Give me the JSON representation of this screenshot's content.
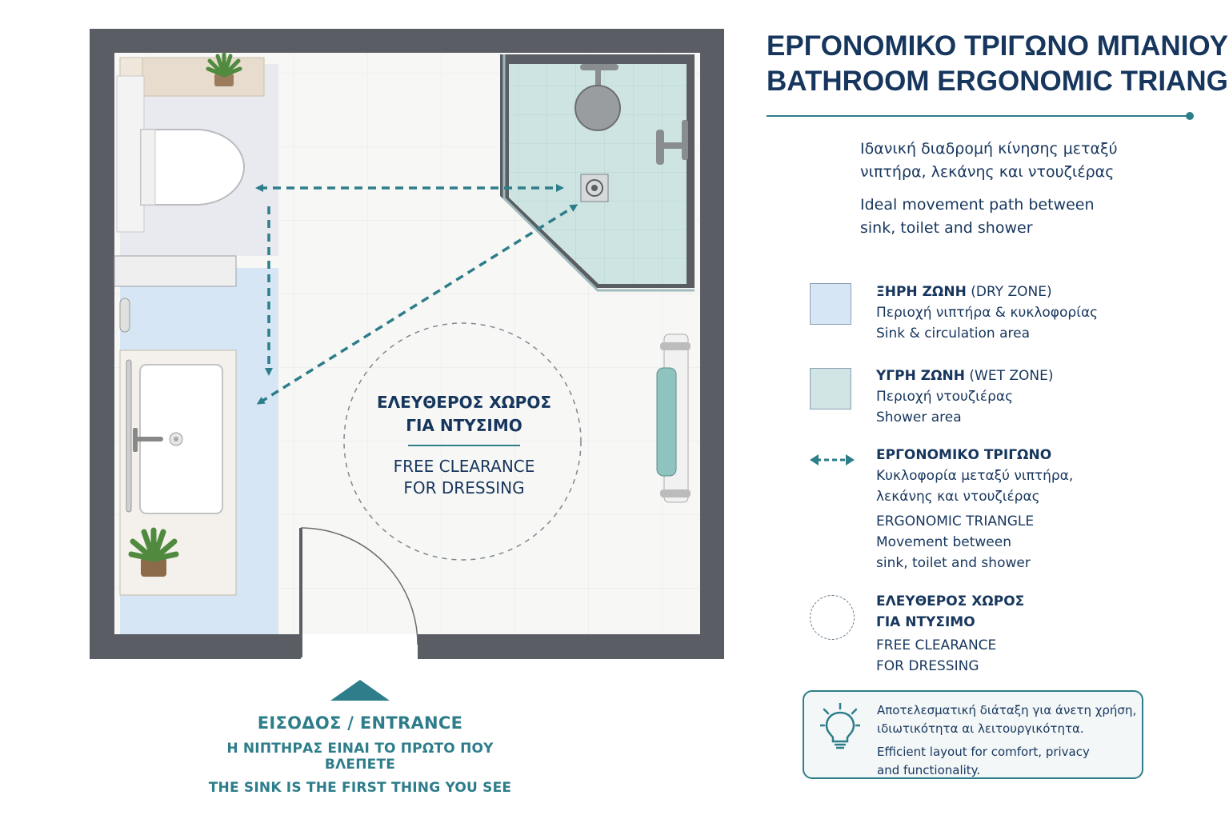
{
  "header": {
    "title_gr": "ΕΡΓΟΝΟΜΙΚΟ ΤΡΙΓΩΝΟ ΜΠΑΝΙΟΥ",
    "title_en": "BATHROOM ERGONOMIC TRIANGLE"
  },
  "intro": {
    "gr_line1": "Ιδανική διαδρομή κίνησης μεταξύ",
    "gr_line2": "νιπτήρα, λεκάνης και ντουζιέρας",
    "en_line1": "Ideal movement path between",
    "en_line2": "sink, toilet and shower"
  },
  "plan": {
    "clearance_gr_1": "ΕΛΕΥΘΕΡΟΣ ΧΩΡΟΣ",
    "clearance_gr_2": "ΓΙΑ ΝΤΥΣΙΜΟ",
    "clearance_en_1": "FREE CLEARANCE",
    "clearance_en_2": "FOR DRESSING"
  },
  "entrance": {
    "title": "ΕΙΣΟΔΟΣ / ENTRANCE",
    "note_gr": "Η ΝΙΠΤΗΡΑΣ ΕΙΝΑΙ ΤΟ ΠΡΩΤΟ ΠΟΥ ΒΛΕΠΕΤΕ",
    "note_en": "THE SINK IS THE FIRST THING YOU SEE"
  },
  "legend": {
    "dry": {
      "title_gr": "ΞΗΡΗ ΖΩΝΗ",
      "title_en": "(DRY ZONE)",
      "desc_gr": "Περιοχή νιπτήρα & κυκλοφορίας",
      "desc_en": "Sink & circulation area"
    },
    "wet": {
      "title_gr": "ΥΓΡΗ ΖΩΝΗ",
      "title_en": "(WET ZONE)",
      "desc_gr": "Περιοχή ντουζιέρας",
      "desc_en": "Shower area"
    },
    "triangle": {
      "title_gr": "ΕΡΓΟΝΟΜΙΚΟ ΤΡΙΓΩΝΟ",
      "desc_gr_1": "Κυκλοφορία μεταξύ νιπτήρα,",
      "desc_gr_2": "λεκάνης και ντουζιέρας",
      "title_en": "ERGONOMIC TRIANGLE",
      "desc_en_1": "Movement between",
      "desc_en_2": "sink, toilet and shower"
    },
    "clearance": {
      "title_gr_1": "ΕΛΕΥΘΕΡΟΣ ΧΩΡΟΣ",
      "title_gr_2": "ΓΙΑ ΝΤΥΣΙΜΟ",
      "title_en_1": "FREE CLEARANCE",
      "title_en_2": "FOR DRESSING"
    }
  },
  "tip": {
    "gr_1": "Αποτελεσματική διάταξη για άνετη χρήση,",
    "gr_2": "ιδιωτικότητα αι λειτουργικότητα.",
    "en_1": "Efficient layout for comfort, privacy",
    "en_2": "and functionality."
  },
  "colors": {
    "accent": "#2e7d8a",
    "navy": "#17365d",
    "wall": "#5a5d63",
    "dry_zone": "#d7e6f4",
    "wet_zone": "#cfe4e3"
  },
  "icons": [
    "plant-icon",
    "shower-head-icon",
    "drain-icon",
    "lightbulb-icon",
    "towel-rail-icon",
    "faucet-icon"
  ]
}
